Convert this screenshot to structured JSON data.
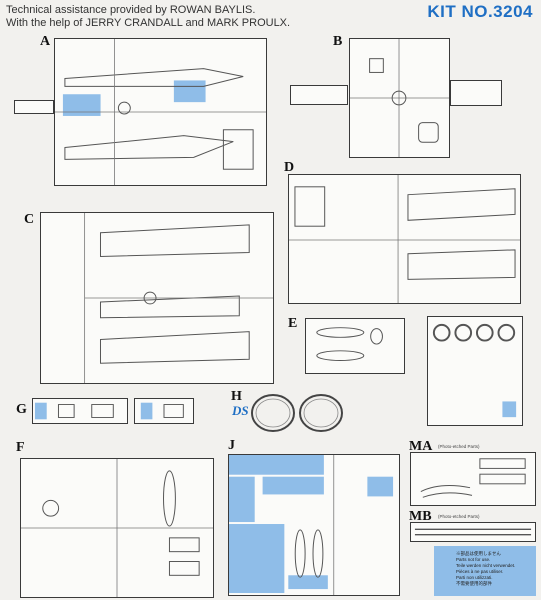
{
  "header": {
    "credit_line1": "Technical assistance provided by ROWAN BAYLIS.",
    "credit_line2": "With the help of JERRY CRANDALL and MARK PROULX.",
    "kit_number": "KIT NO.3204"
  },
  "sprues": {
    "a": "A",
    "b": "B",
    "c": "C",
    "d": "D",
    "e": "E",
    "f": "F",
    "g": "G",
    "h": "H",
    "j": "J",
    "ma": "MA",
    "mb": "MB"
  },
  "photo_etched_label": "(Photo-etched Parts)",
  "brand_mark": "DS",
  "notes": {
    "line1": "※部品は使用しません",
    "line2": "Parts not for use.",
    "line3": "Teile werden nicht verwendet.",
    "line4": "Pièces à ne pas utiliser.",
    "line5": "Parti non utilizzati.",
    "line6": "不需要使用的部件"
  },
  "colors": {
    "accent": "#1f6fc4",
    "highlight": "#8fbde8",
    "frame": "#3a3a3a"
  }
}
